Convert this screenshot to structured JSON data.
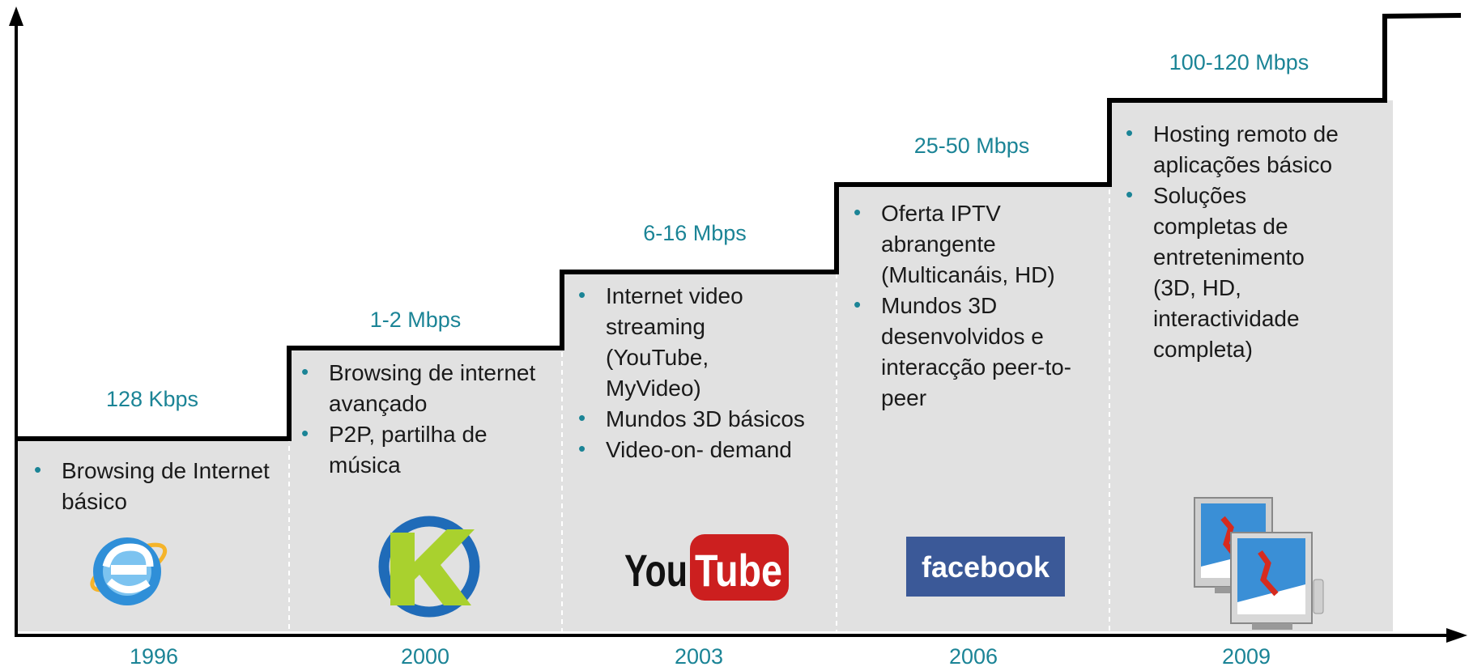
{
  "stages": [
    {
      "year": "1996",
      "speed": "128 Kbps",
      "items": [
        "Browsing de Internet básico"
      ],
      "logo_icon": "internet-explorer-icon"
    },
    {
      "year": "2000",
      "speed": "1-2 Mbps",
      "items": [
        "Browsing de internet avançado",
        "P2P, partilha de música"
      ],
      "logo_icon": "p2p-client-icon"
    },
    {
      "year": "2003",
      "speed": "6-16 Mbps",
      "items": [
        "Internet video streaming (YouTube, MyVideo)",
        "Mundos 3D básicos",
        "Video-on- demand"
      ],
      "logo_icon": "youtube-logo"
    },
    {
      "year": "2006",
      "speed": "25-50 Mbps",
      "items": [
        "Oferta IPTV abrangente (Multicanáis, HD)",
        "Mundos 3D desenvolvidos e interacção peer-to-peer"
      ],
      "logo_icon": "facebook-logo"
    },
    {
      "year": "2009",
      "speed": "100-120 Mbps",
      "items": [
        "Hosting remoto de aplicações básico",
        "Soluções completas de entretenimento (3D, HD, interactividade completa)"
      ],
      "logo_icon": "tv-screens-icon"
    }
  ],
  "logos": {
    "youtube_you": "You",
    "youtube_tube": "Tube",
    "facebook": "facebook"
  },
  "colors": {
    "accent": "#1b8496",
    "step_fill": "#e1e1e1",
    "line": "#000000",
    "youtube_red": "#cc1f1f",
    "facebook_blue": "#3b5998"
  }
}
